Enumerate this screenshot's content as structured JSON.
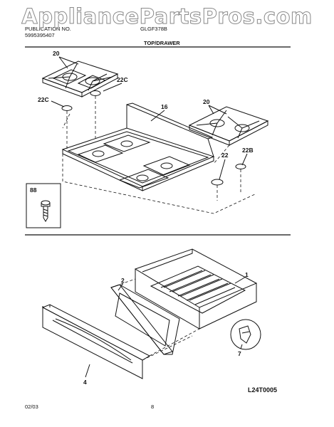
{
  "header": {
    "watermark": "AppliancePartsPros.com",
    "publication_label": "PUBLICATION NO.",
    "publication_no": "5995395407",
    "model": "GLGF378B",
    "section_title": "TOP/DRAWER"
  },
  "callouts": {
    "c20a": "20",
    "c22c_a": "22C",
    "c22c_b": "22C",
    "c16": "16",
    "c20b": "20",
    "c22": "22",
    "c22b": "22B",
    "c88": "88",
    "c1": "1",
    "c2": "2",
    "c4": "4",
    "c7": "7"
  },
  "footer": {
    "diagram_code": "L24T0005",
    "date": "02/03",
    "page": "8"
  },
  "icons": [
    "grate-icon",
    "burner-cap-icon",
    "cooktop-icon",
    "screw-icon",
    "drawer-icon",
    "drawer-panel-icon",
    "glide-clip-icon"
  ]
}
